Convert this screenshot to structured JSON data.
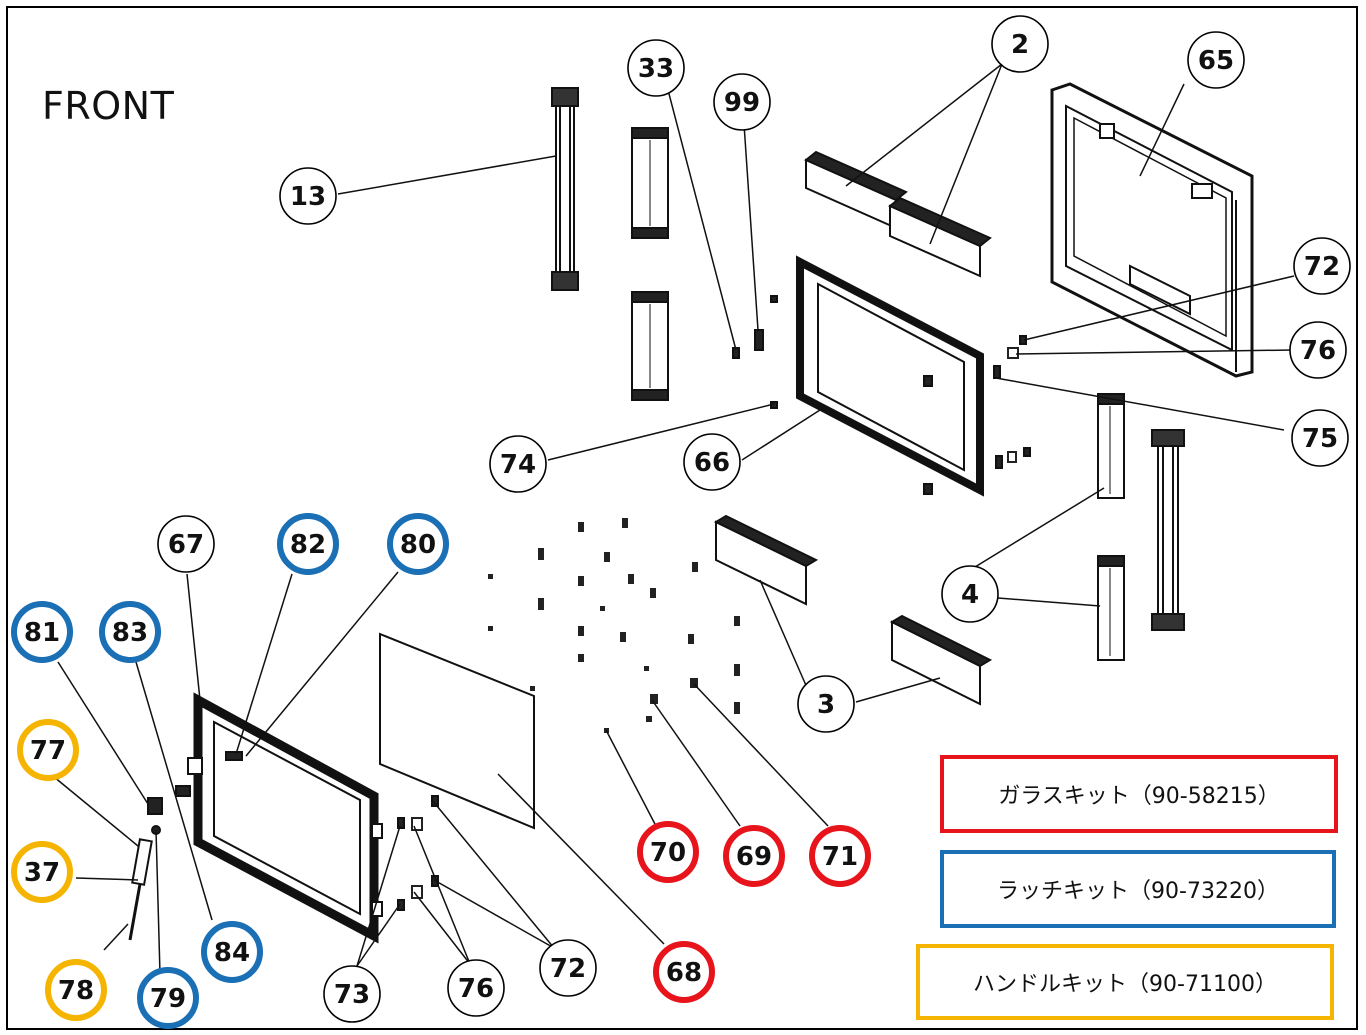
{
  "front_label": "FRONT",
  "colors": {
    "glass_kit": "#e8141c",
    "latch_kit": "#1b6fb5",
    "handle_kit": "#f5b400",
    "default": "#000000"
  },
  "kits": [
    {
      "id": "glass",
      "label": "ガラスキット（90-58215）",
      "color": "#e8141c"
    },
    {
      "id": "latch",
      "label": "ラッチキット（90-73220）",
      "color": "#1b6fb5"
    },
    {
      "id": "handle",
      "label": "ハンドルキット（90-71100）",
      "color": "#f5b400"
    }
  ],
  "callouts": [
    {
      "num": "2",
      "kit": "none"
    },
    {
      "num": "3",
      "kit": "none"
    },
    {
      "num": "4",
      "kit": "none"
    },
    {
      "num": "13",
      "kit": "none"
    },
    {
      "num": "33",
      "kit": "none"
    },
    {
      "num": "37",
      "kit": "handle"
    },
    {
      "num": "65",
      "kit": "none"
    },
    {
      "num": "66",
      "kit": "none"
    },
    {
      "num": "67",
      "kit": "none"
    },
    {
      "num": "68",
      "kit": "glass"
    },
    {
      "num": "69",
      "kit": "glass"
    },
    {
      "num": "70",
      "kit": "glass"
    },
    {
      "num": "71",
      "kit": "glass"
    },
    {
      "num": "72",
      "kit": "none"
    },
    {
      "num": "72",
      "kit": "none"
    },
    {
      "num": "73",
      "kit": "none"
    },
    {
      "num": "74",
      "kit": "none"
    },
    {
      "num": "75",
      "kit": "none"
    },
    {
      "num": "76",
      "kit": "none"
    },
    {
      "num": "76",
      "kit": "none"
    },
    {
      "num": "77",
      "kit": "handle"
    },
    {
      "num": "78",
      "kit": "handle"
    },
    {
      "num": "79",
      "kit": "latch"
    },
    {
      "num": "80",
      "kit": "latch"
    },
    {
      "num": "81",
      "kit": "latch"
    },
    {
      "num": "82",
      "kit": "latch"
    },
    {
      "num": "83",
      "kit": "latch"
    },
    {
      "num": "84",
      "kit": "latch"
    },
    {
      "num": "99",
      "kit": "none"
    }
  ]
}
